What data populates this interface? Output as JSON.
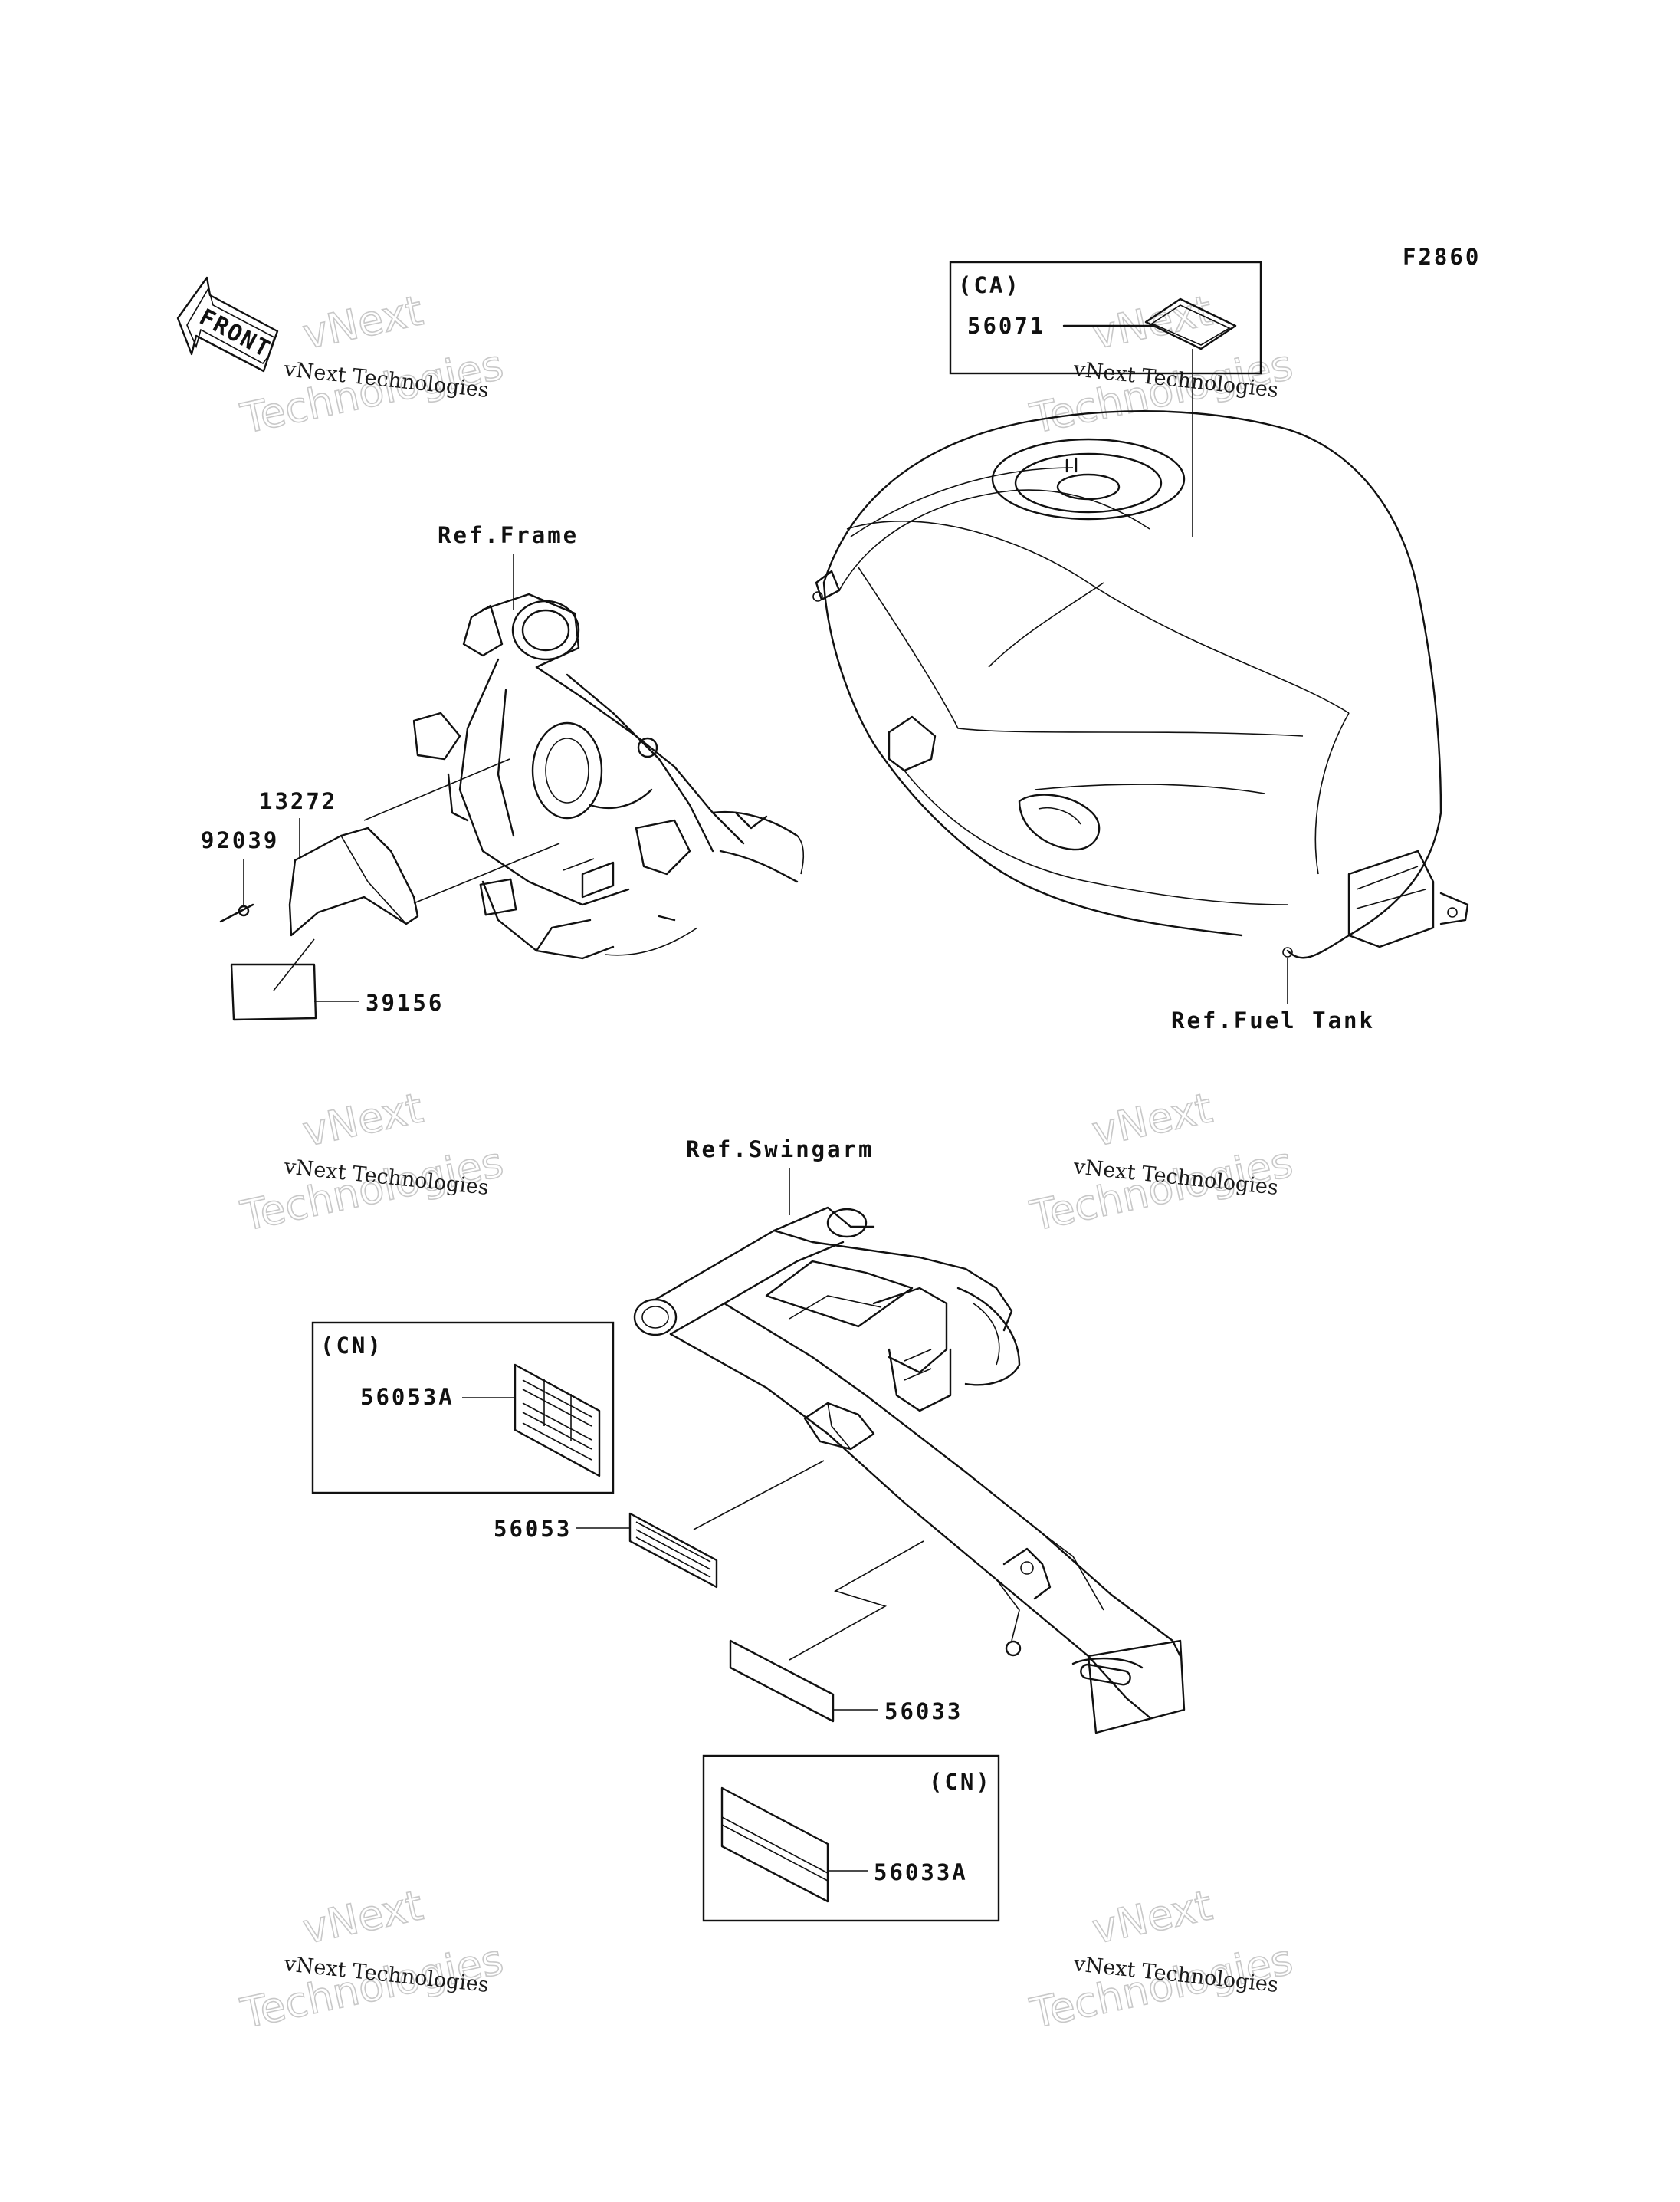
{
  "figure_code": "F2860",
  "front_arrow": {
    "label": "FRONT"
  },
  "references": {
    "frame": "Ref.Frame",
    "fuel_tank": "Ref.Fuel Tank",
    "swingarm": "Ref.Swingarm"
  },
  "region_boxes": {
    "ca": "(CA)",
    "cn_upper": "(CN)",
    "cn_lower": "(CN)"
  },
  "parts": {
    "p56071": "56071",
    "p13272": "13272",
    "p92039": "92039",
    "p39156": "39156",
    "p56053A": "56053A",
    "p56053": "56053",
    "p56033": "56033",
    "p56033A": "56033A"
  },
  "watermark": {
    "line1": "vNext",
    "line2": "Technologies",
    "small": "vNext Technologies"
  }
}
